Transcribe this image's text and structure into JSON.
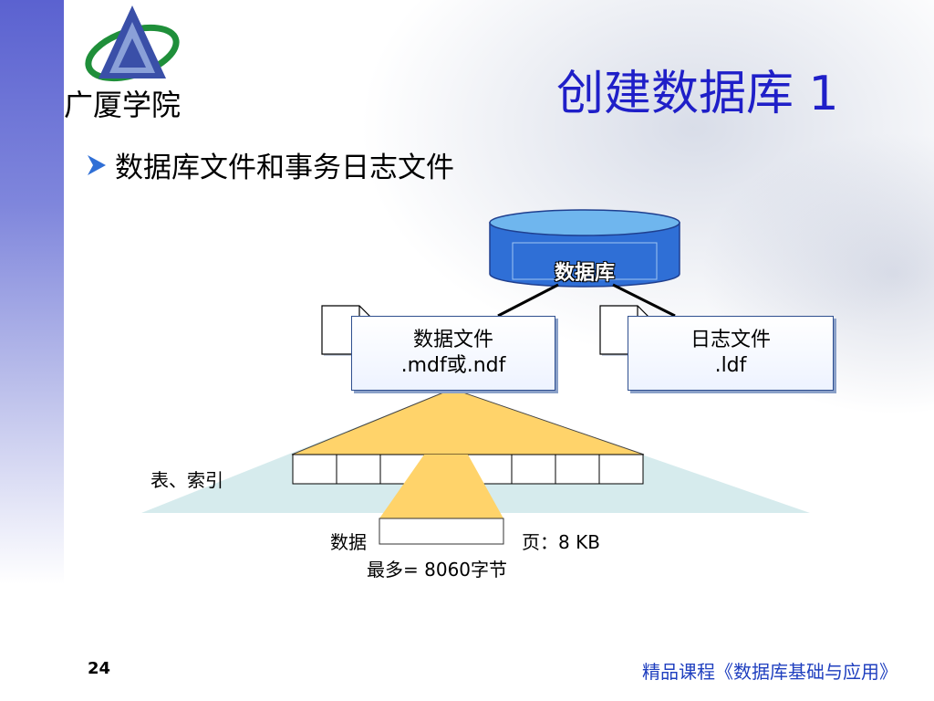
{
  "header": {
    "school_name": "广厦学院",
    "title": "创建数据库 1"
  },
  "bullet": {
    "text": "数据库文件和事务日志文件"
  },
  "diagram": {
    "database_label": "数据库",
    "data_file": {
      "line1": "数据文件",
      "line2": ".mdf或.ndf"
    },
    "log_file": {
      "line1": "日志文件",
      "line2": ".ldf"
    },
    "table_index_label": "表、索引",
    "data_label": "数据",
    "page_label": "页：8 KB",
    "max_label": "最多=  8060字节"
  },
  "footer": {
    "page_number": "24",
    "course": "精品课程《数据库基础与应用》"
  },
  "colors": {
    "title": "#1f1fc8",
    "accent_blue": "#2f6fd6",
    "pages_fill": "#ffd36a",
    "triangle_fill": "#cfe8ea"
  },
  "icons": [
    "logo-icon",
    "bullet-arrow-icon",
    "database-cylinder-icon",
    "document-icon"
  ]
}
